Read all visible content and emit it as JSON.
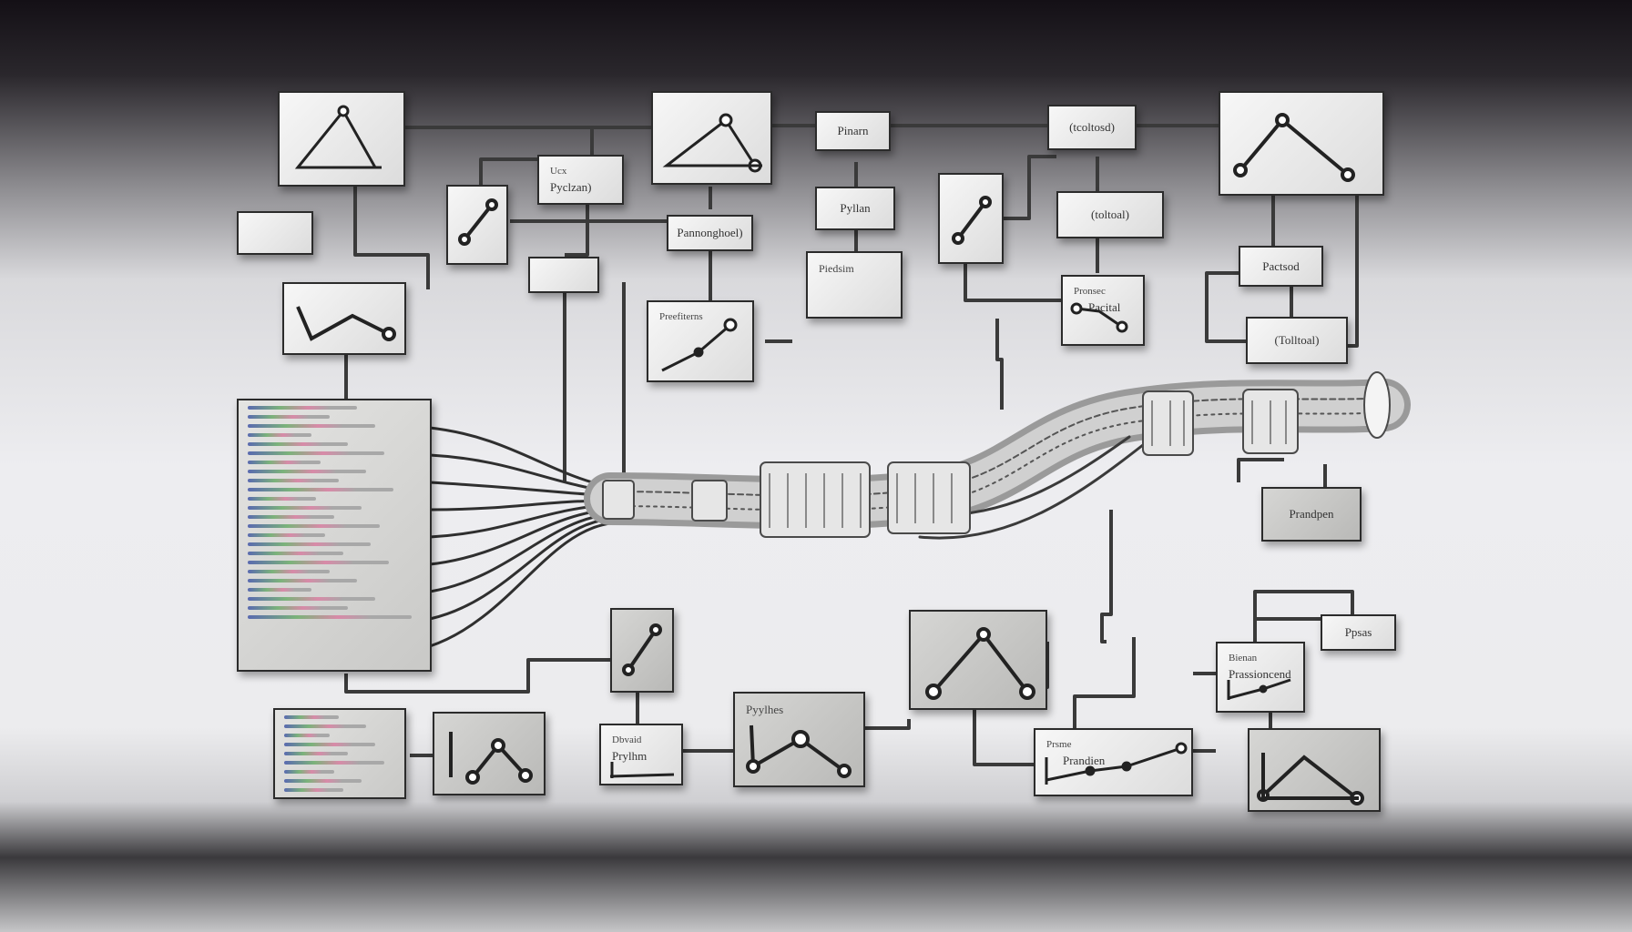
{
  "scene": {
    "colors": {
      "accent": "#2b2b2b",
      "panel": "#e8e8e8",
      "wire": "#3a3a3a"
    },
    "panels": [
      {
        "id": "p1",
        "label": "",
        "sub": ""
      },
      {
        "id": "p2",
        "label": "",
        "sub": ""
      },
      {
        "id": "p3",
        "label": "Pyclzan)",
        "sub": "Ucx"
      },
      {
        "id": "p4",
        "label": "Pannonghoel)",
        "sub": ""
      },
      {
        "id": "p5",
        "label": "Pinarn",
        "sub": ""
      },
      {
        "id": "p6",
        "label": "Pyllan",
        "sub": ""
      },
      {
        "id": "p7",
        "label": "Piedsim",
        "sub": ""
      },
      {
        "id": "p8",
        "label": "(toltoal)",
        "sub": ""
      },
      {
        "id": "p9",
        "label": "(tcoltosd)",
        "sub": ""
      },
      {
        "id": "p10",
        "label": "Pactsod",
        "sub": ""
      },
      {
        "id": "p11",
        "label": "(Tolltoal)",
        "sub": ""
      },
      {
        "id": "p12",
        "label": "Pacital",
        "sub": "Pronsec"
      },
      {
        "id": "p13",
        "label": "Preefiterns",
        "sub": ""
      },
      {
        "id": "p14",
        "label": "Prandpen",
        "sub": ""
      },
      {
        "id": "p15",
        "label": "Pyylhes",
        "sub": ""
      },
      {
        "id": "p16",
        "label": "Prylhm",
        "sub": "Dbvaid"
      },
      {
        "id": "p17",
        "label": "Prandien",
        "sub": "Prsme"
      },
      {
        "id": "p18",
        "label": "Prassioncend",
        "sub": "Bienan"
      },
      {
        "id": "p19",
        "label": "Ppsas",
        "sub": ""
      }
    ]
  }
}
